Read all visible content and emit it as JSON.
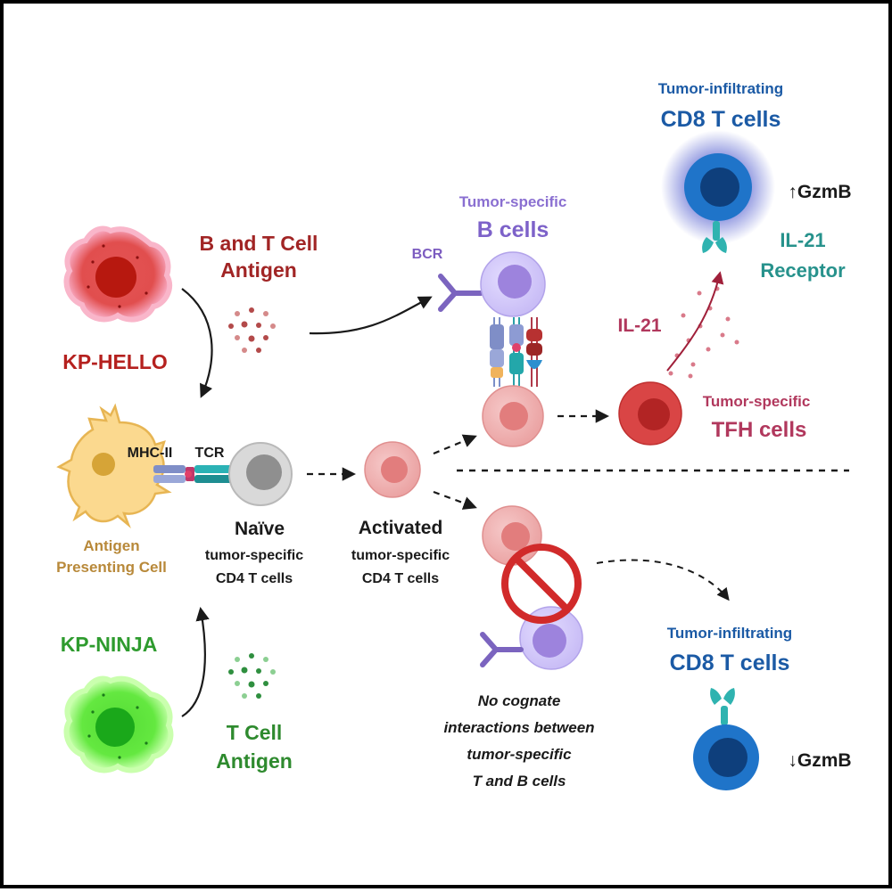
{
  "colors": {
    "hello_red": "#b5211f",
    "ninja_green": "#2e9b2e",
    "b_cell_purple": "#8a6fd1",
    "tfh_pink": "#b1385d",
    "cd8_blue": "#1b5aa5",
    "il21_teal": "#27928c",
    "apc_tan": "#b8893a",
    "text_dark": "#1a1a1a"
  },
  "labels": {
    "kp_hello": "KP-HELLO",
    "kp_ninja": "KP-NINJA",
    "bt_antigen_line1": "B and T Cell",
    "bt_antigen_line2": "Antigen",
    "t_antigen_line1": "T Cell",
    "t_antigen_line2": "Antigen",
    "apc_line1": "Antigen",
    "apc_line2": "Presenting Cell",
    "mhc": "MHC-II",
    "tcr": "TCR",
    "naive_title": "Naïve",
    "naive_line2": "tumor-specific",
    "naive_line3": "CD4 T cells",
    "activated_title": "Activated",
    "activated_line2": "tumor-specific",
    "activated_line3": "CD4 T cells",
    "b_cells_top": "Tumor-specific",
    "b_cells_title": "B cells",
    "bcr": "BCR",
    "tfh_top": "Tumor-specific",
    "tfh_title": "TFH cells",
    "il21": "IL-21",
    "il21r_line1": "IL-21",
    "il21r_line2": "Receptor",
    "cd8_top_small": "Tumor-infiltrating",
    "cd8_top_title": "CD8 T cells",
    "gzmb_up": "↑GzmB",
    "cd8_bottom_small": "Tumor-infiltrating",
    "cd8_bottom_title": "CD8 T cells",
    "gzmb_down": "↓GzmB",
    "no_cognate_1": "No cognate",
    "no_cognate_2": "interactions between",
    "no_cognate_3": "tumor-specific",
    "no_cognate_4": "T and B cells"
  }
}
